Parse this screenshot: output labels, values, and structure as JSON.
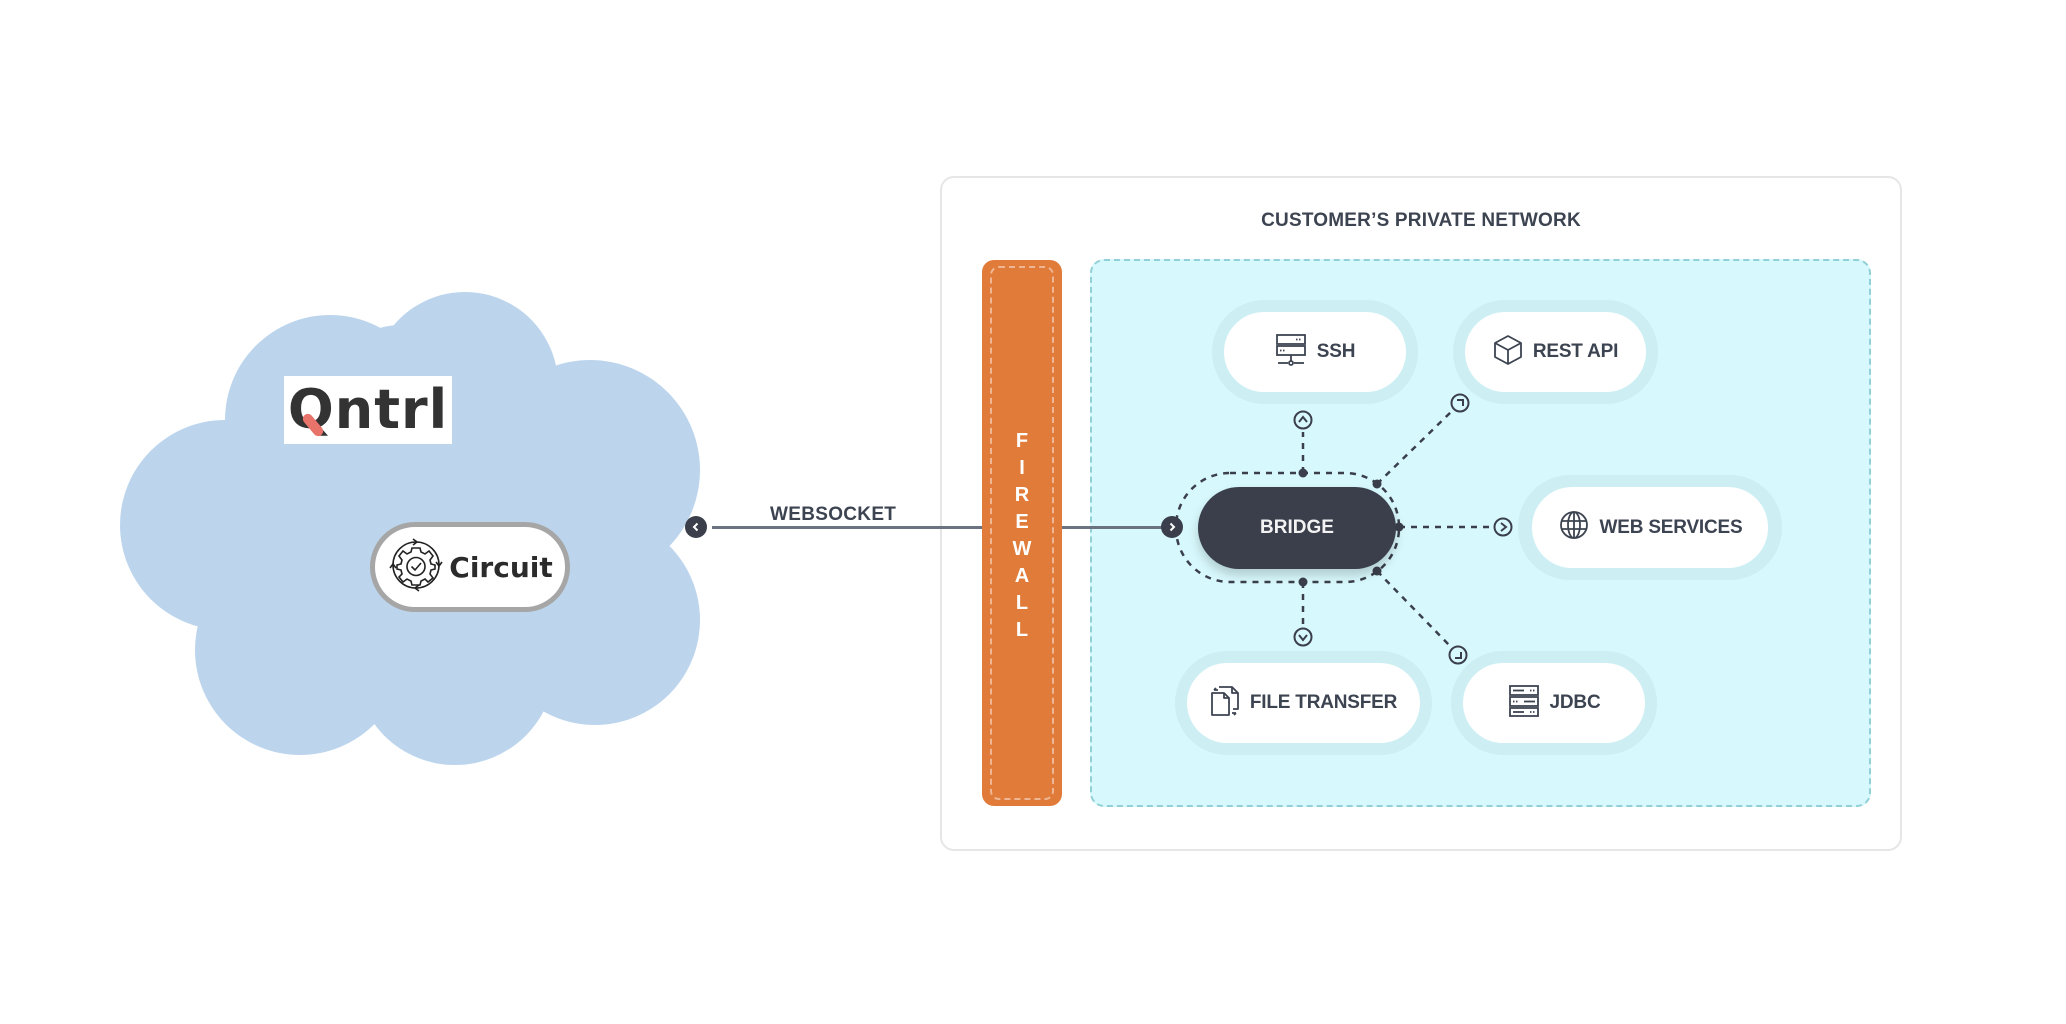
{
  "cloud": {
    "color": "#bcd5ed",
    "logo": {
      "text": "Qntrl",
      "accent_color": "#e8736a"
    },
    "circuit": {
      "label": "Circuit",
      "icon": "gear-check-cycle-icon"
    }
  },
  "connection": {
    "label": "WEBSOCKET",
    "left_icon": "chevron-left-icon",
    "right_icon": "chevron-right-icon"
  },
  "network": {
    "title": "CUSTOMER’S PRIVATE NETWORK",
    "firewall": {
      "letters": [
        "F",
        "I",
        "R",
        "E",
        "W",
        "A",
        "L",
        "L"
      ],
      "color": "#e07b39"
    },
    "bridge": {
      "label": "BRIDGE"
    },
    "services": [
      {
        "id": "ssh",
        "label": "SSH",
        "icon": "server-network-icon"
      },
      {
        "id": "rest-api",
        "label": "REST API",
        "icon": "cube-icon"
      },
      {
        "id": "web-services",
        "label": "WEB SERVICES",
        "icon": "globe-icon"
      },
      {
        "id": "file-transfer",
        "label": "FILE TRANSFER",
        "icon": "file-transfer-icon"
      },
      {
        "id": "jdbc",
        "label": "JDBC",
        "icon": "database-server-icon"
      }
    ]
  }
}
